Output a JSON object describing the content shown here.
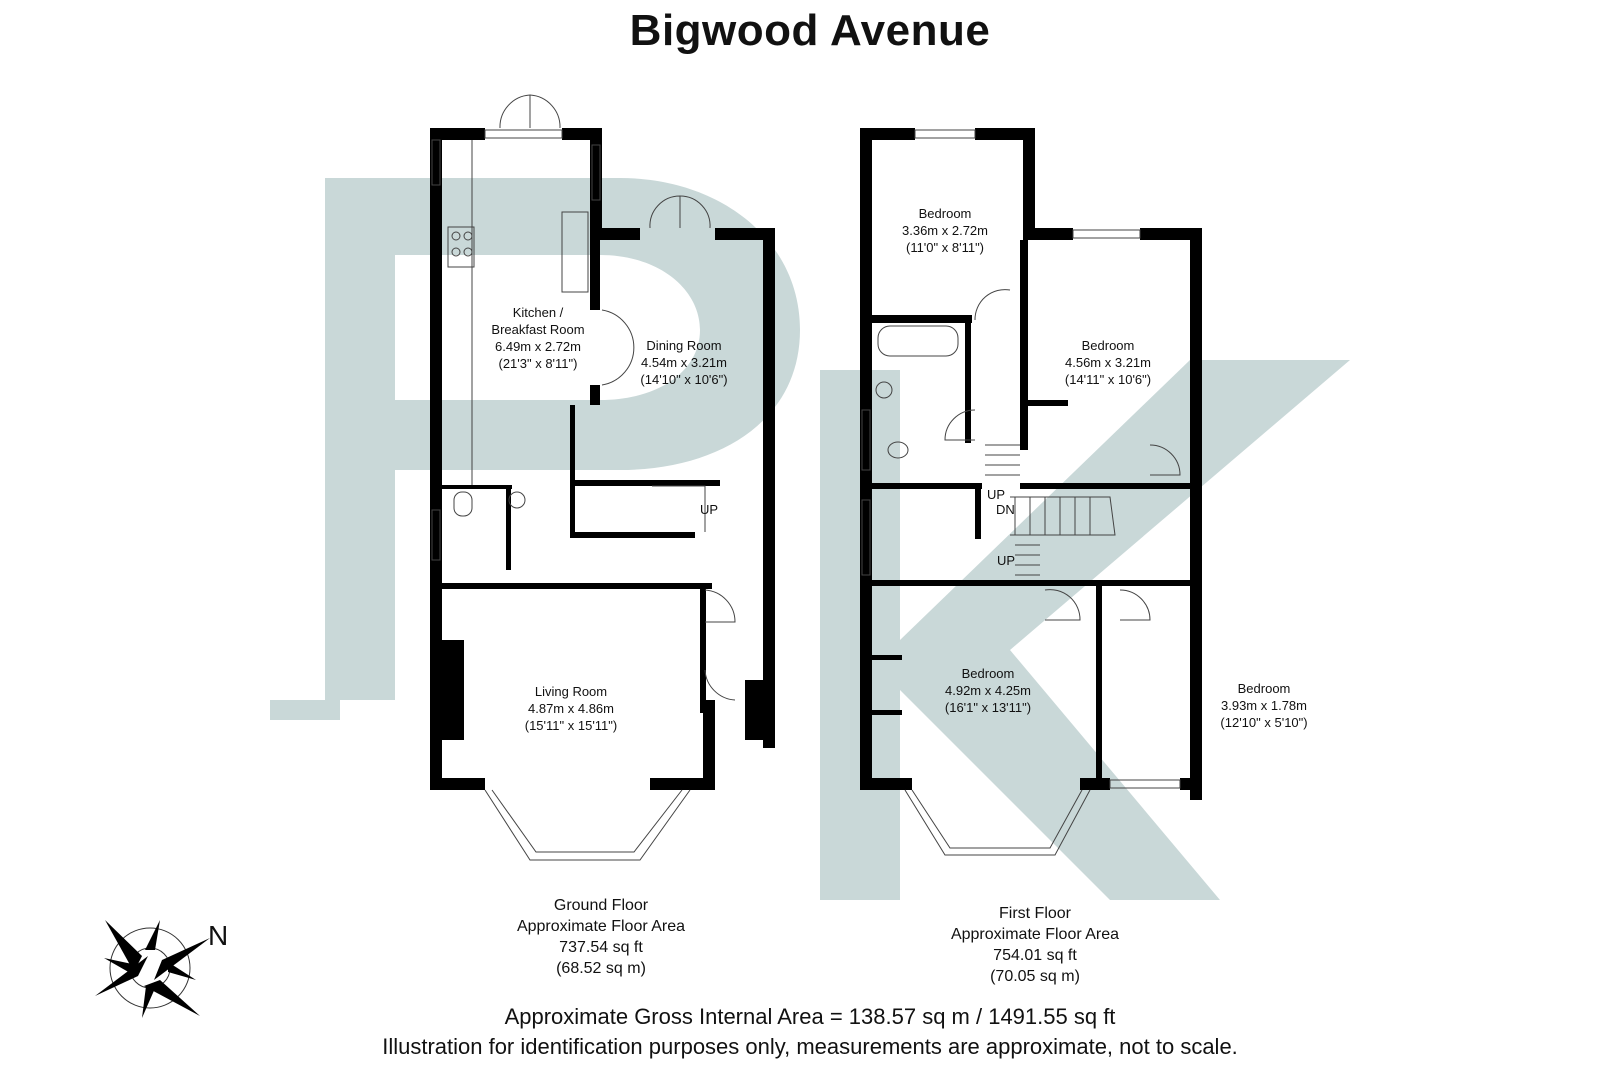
{
  "title": "Bigwood Avenue",
  "watermark": {
    "letters": "PK",
    "color": "#c9d8d8"
  },
  "ground_floor": {
    "rooms": [
      {
        "name": "Kitchen /\nBreakfast Room",
        "name_line1": "Kitchen /",
        "name_line2": "Breakfast Room",
        "metric": "6.49m x 2.72m",
        "imperial": "(21'3\" x 8'11\")"
      },
      {
        "name": "Dining Room",
        "metric": "4.54m x 3.21m",
        "imperial": "(14'10\" x 10'6\")"
      },
      {
        "name": "Living Room",
        "metric": "4.87m x 4.86m",
        "imperial": "(15'11\" x 15'11\")"
      }
    ],
    "stair_label": "UP",
    "summary": {
      "label": "Ground Floor",
      "subtitle": "Approximate Floor Area",
      "sq_ft": "737.54 sq ft",
      "sq_m": "(68.52 sq m)"
    }
  },
  "first_floor": {
    "rooms": [
      {
        "name": "Bedroom",
        "metric": "3.36m x 2.72m",
        "imperial": "(11'0\" x 8'11\")"
      },
      {
        "name": "Bedroom",
        "metric": "4.56m x 3.21m",
        "imperial": "(14'11\" x 10'6\")"
      },
      {
        "name": "Bedroom",
        "metric": "4.92m x 4.25m",
        "imperial": "(16'1\" x 13'11\")"
      },
      {
        "name": "Bedroom",
        "metric": "3.93m x 1.78m",
        "imperial": "(12'10\" x 5'10\")"
      }
    ],
    "stair_labels": [
      "UP",
      "DN",
      "UP"
    ],
    "summary": {
      "label": "First Floor",
      "subtitle": "Approximate Floor Area",
      "sq_ft": "754.01 sq ft",
      "sq_m": "(70.05 sq m)"
    }
  },
  "compass": {
    "label": "N",
    "icon": "compass-rose-icon"
  },
  "footer": {
    "gross_area": "Approximate Gross Internal Area = 138.57 sq m / 1491.55 sq ft",
    "disclaimer": "Illustration for identification purposes only, measurements are approximate, not to scale."
  }
}
